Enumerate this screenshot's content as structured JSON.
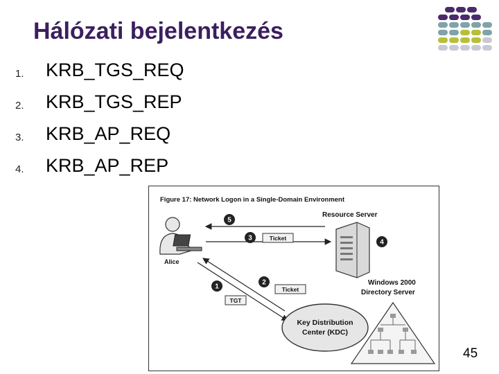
{
  "slide": {
    "title": "Hálózati bejelentkezés",
    "page_number": "45"
  },
  "list": {
    "items": [
      {
        "number": "1.",
        "text": "KRB_TGS_REQ"
      },
      {
        "number": "2.",
        "text": "KRB_TGS_REP"
      },
      {
        "number": "3.",
        "text": "KRB_AP_REQ"
      },
      {
        "number": "4.",
        "text": "KRB_AP_REP"
      }
    ]
  },
  "figure": {
    "caption": "Figure 17: Network Logon in a Single-Domain Environment",
    "resource_server": "Resource Server",
    "alice": "Alice",
    "directory_server_line1": "Windows 2000",
    "directory_server_line2": "Directory Server",
    "kdc_line1": "Key Distribution",
    "kdc_line2": "Center (KDC)",
    "ticket_label": "Ticket",
    "tgt_label": "TGT",
    "step_1": "1",
    "step_2": "2",
    "step_3": "3",
    "step_4": "4",
    "step_5": "5"
  },
  "colors": {
    "title": "#3b1f5e",
    "dot_purple": "#4a2a6a",
    "dot_teal": "#7fa3a8",
    "dot_olive": "#b7bf3a",
    "dot_gray": "#c9c9d6"
  }
}
